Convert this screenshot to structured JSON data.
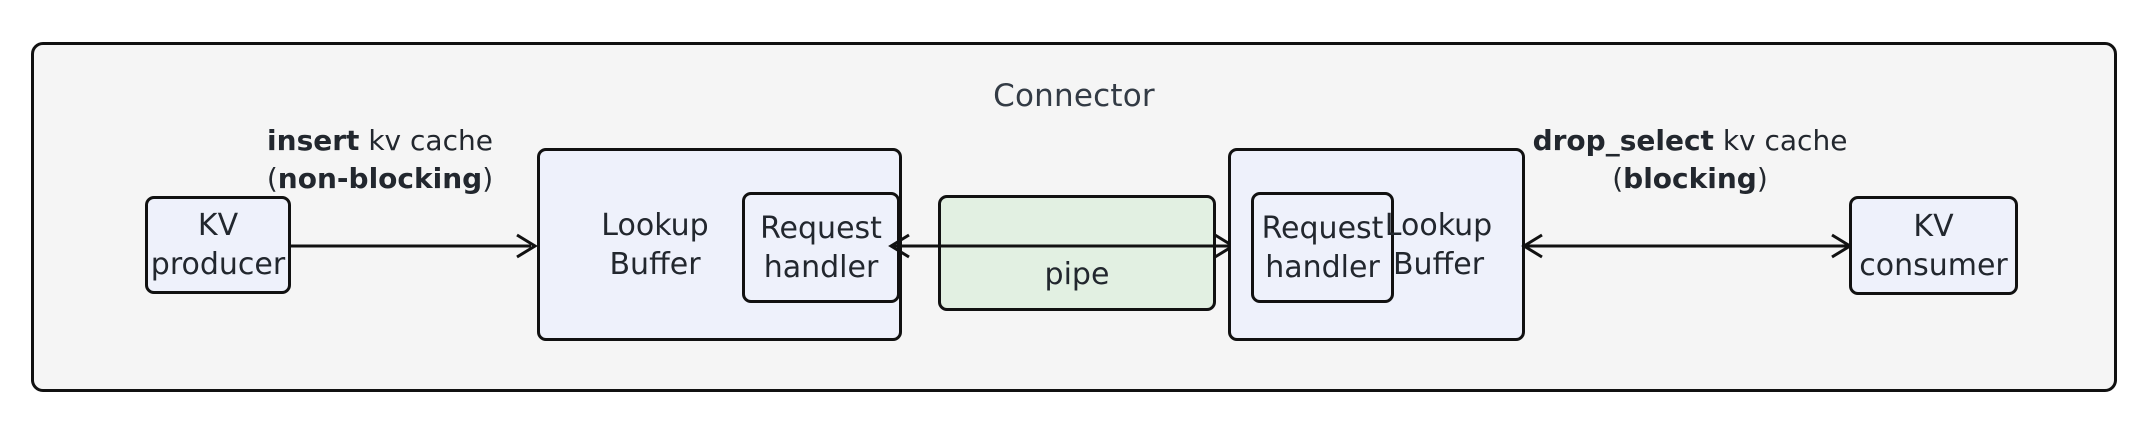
{
  "diagram": {
    "title": "Connector",
    "colors": {
      "container_bg": "#f5f5f5",
      "node_blue": "#eef1fb",
      "node_green": "#e2f0e2",
      "stroke": "#111111",
      "text": "#22272e"
    }
  },
  "nodes": {
    "kv_producer": "KV\nproducer",
    "kv_consumer": "KV\nconsumer",
    "lookup_buffer_left": "Lookup\nBuffer",
    "lookup_buffer_right": "Lookup\nBuffer",
    "request_handler_left": "Request\nhandler",
    "request_handler_right": "Request\nhandler",
    "pipe": "pipe"
  },
  "edges": {
    "insert": {
      "op": "insert",
      "rest": " kv cache",
      "mode_open": "(",
      "mode": "non-blocking",
      "mode_close": ")"
    },
    "drop_select": {
      "op": "drop_select",
      "rest": " kv cache",
      "mode_open": "(",
      "mode": "blocking",
      "mode_close": ")"
    }
  }
}
